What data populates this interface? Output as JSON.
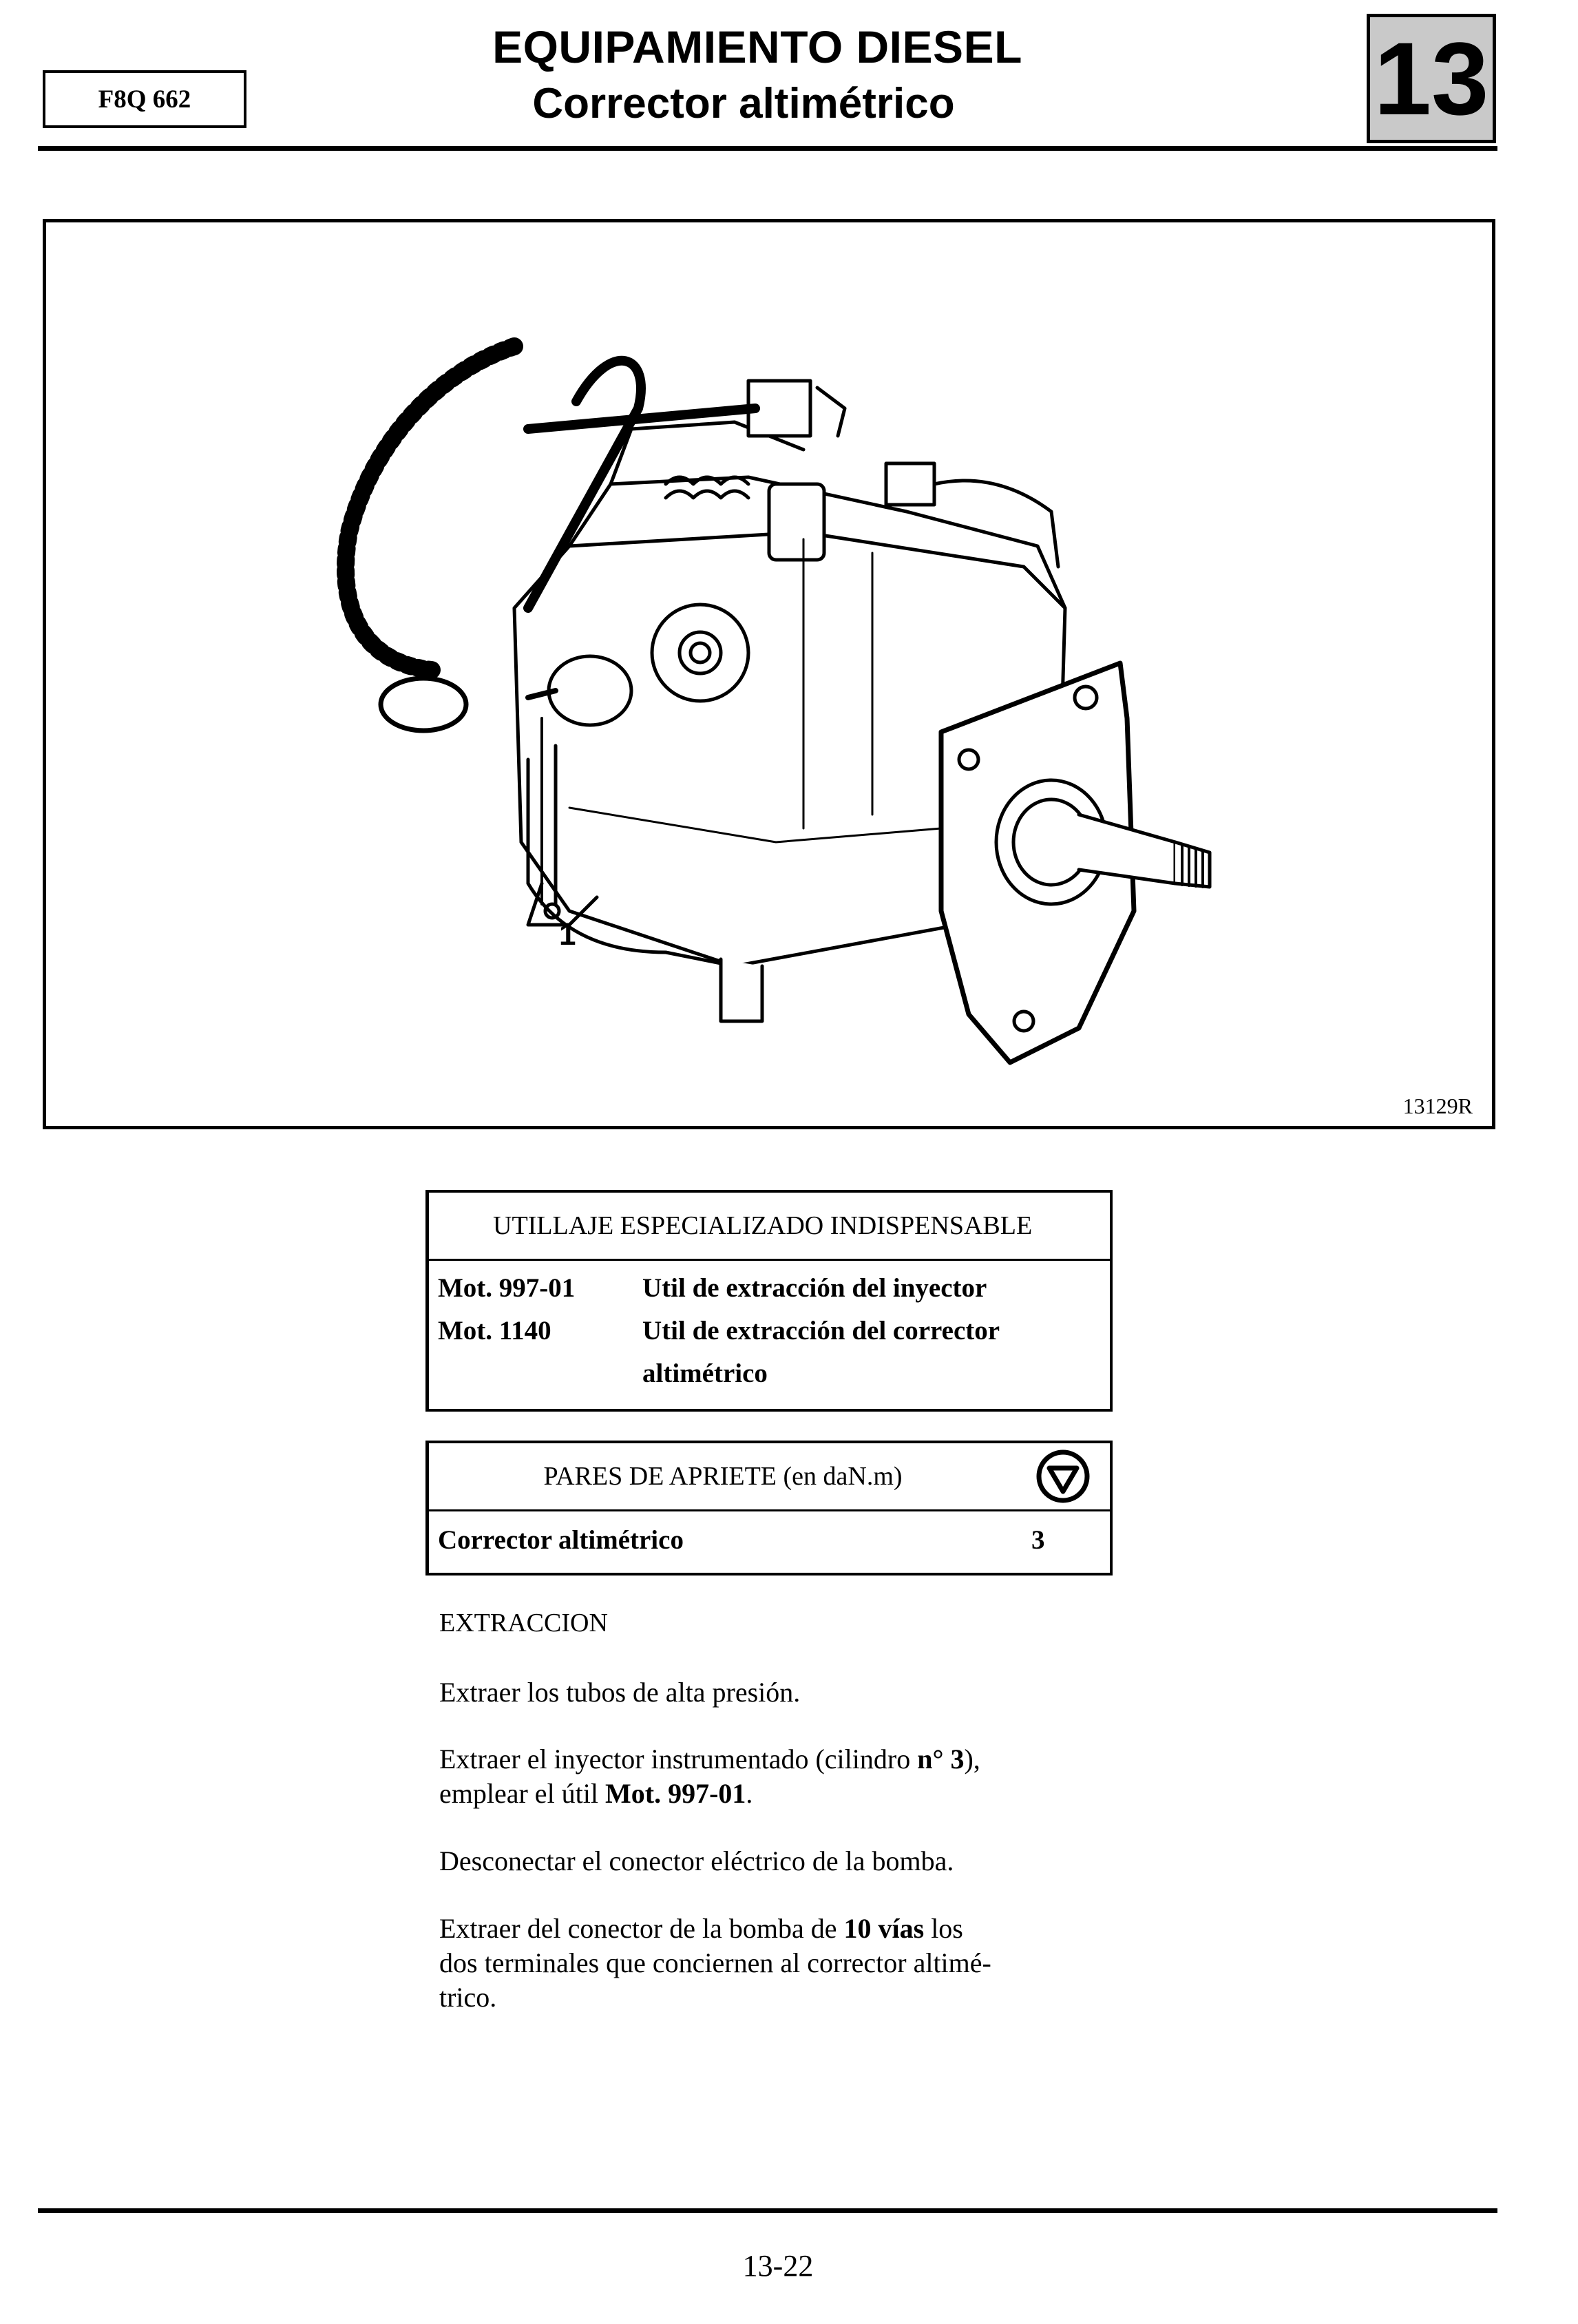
{
  "header": {
    "engine_code": "F8Q 662",
    "title_line1": "EQUIPAMIENTO DIESEL",
    "title_line2": "Corrector altimétrico",
    "chapter": "13"
  },
  "figure": {
    "callout": "1",
    "reference": "13129R"
  },
  "tools_table": {
    "heading": "UTILLAJE ESPECIALIZADO INDISPENSABLE",
    "rows": [
      {
        "code": "Mot.  997-01",
        "description": "Util de extracción del inyector"
      },
      {
        "code": "Mot.  1140",
        "description": "Util de extracción del corrector",
        "description_cont": "altimétrico"
      }
    ]
  },
  "torque_table": {
    "heading": "PARES DE APRIETE (en daN.m)",
    "icon": "torque-wrench-symbol-icon",
    "rows": [
      {
        "part": "Corrector altimétrico",
        "value": "3"
      }
    ]
  },
  "body": {
    "section_title": "EXTRACCION",
    "p1": "Extraer los tubos de alta presión.",
    "p2_a": "Extraer el inyector instrumentado (cilindro ",
    "p2_b": "n° 3",
    "p2_c": "),",
    "p2_d": "emplear el útil ",
    "p2_e": "Mot. 997-01",
    "p2_f": ".",
    "p3": "Desconectar el conector eléctrico de la bomba.",
    "p4_a": "Extraer del conector de la bomba de ",
    "p4_b": "10 vías",
    "p4_c": " los",
    "p4_d": "dos terminales que conciernen al corrector altimé-",
    "p4_e": "trico."
  },
  "footer": {
    "page_number": "13-22"
  }
}
